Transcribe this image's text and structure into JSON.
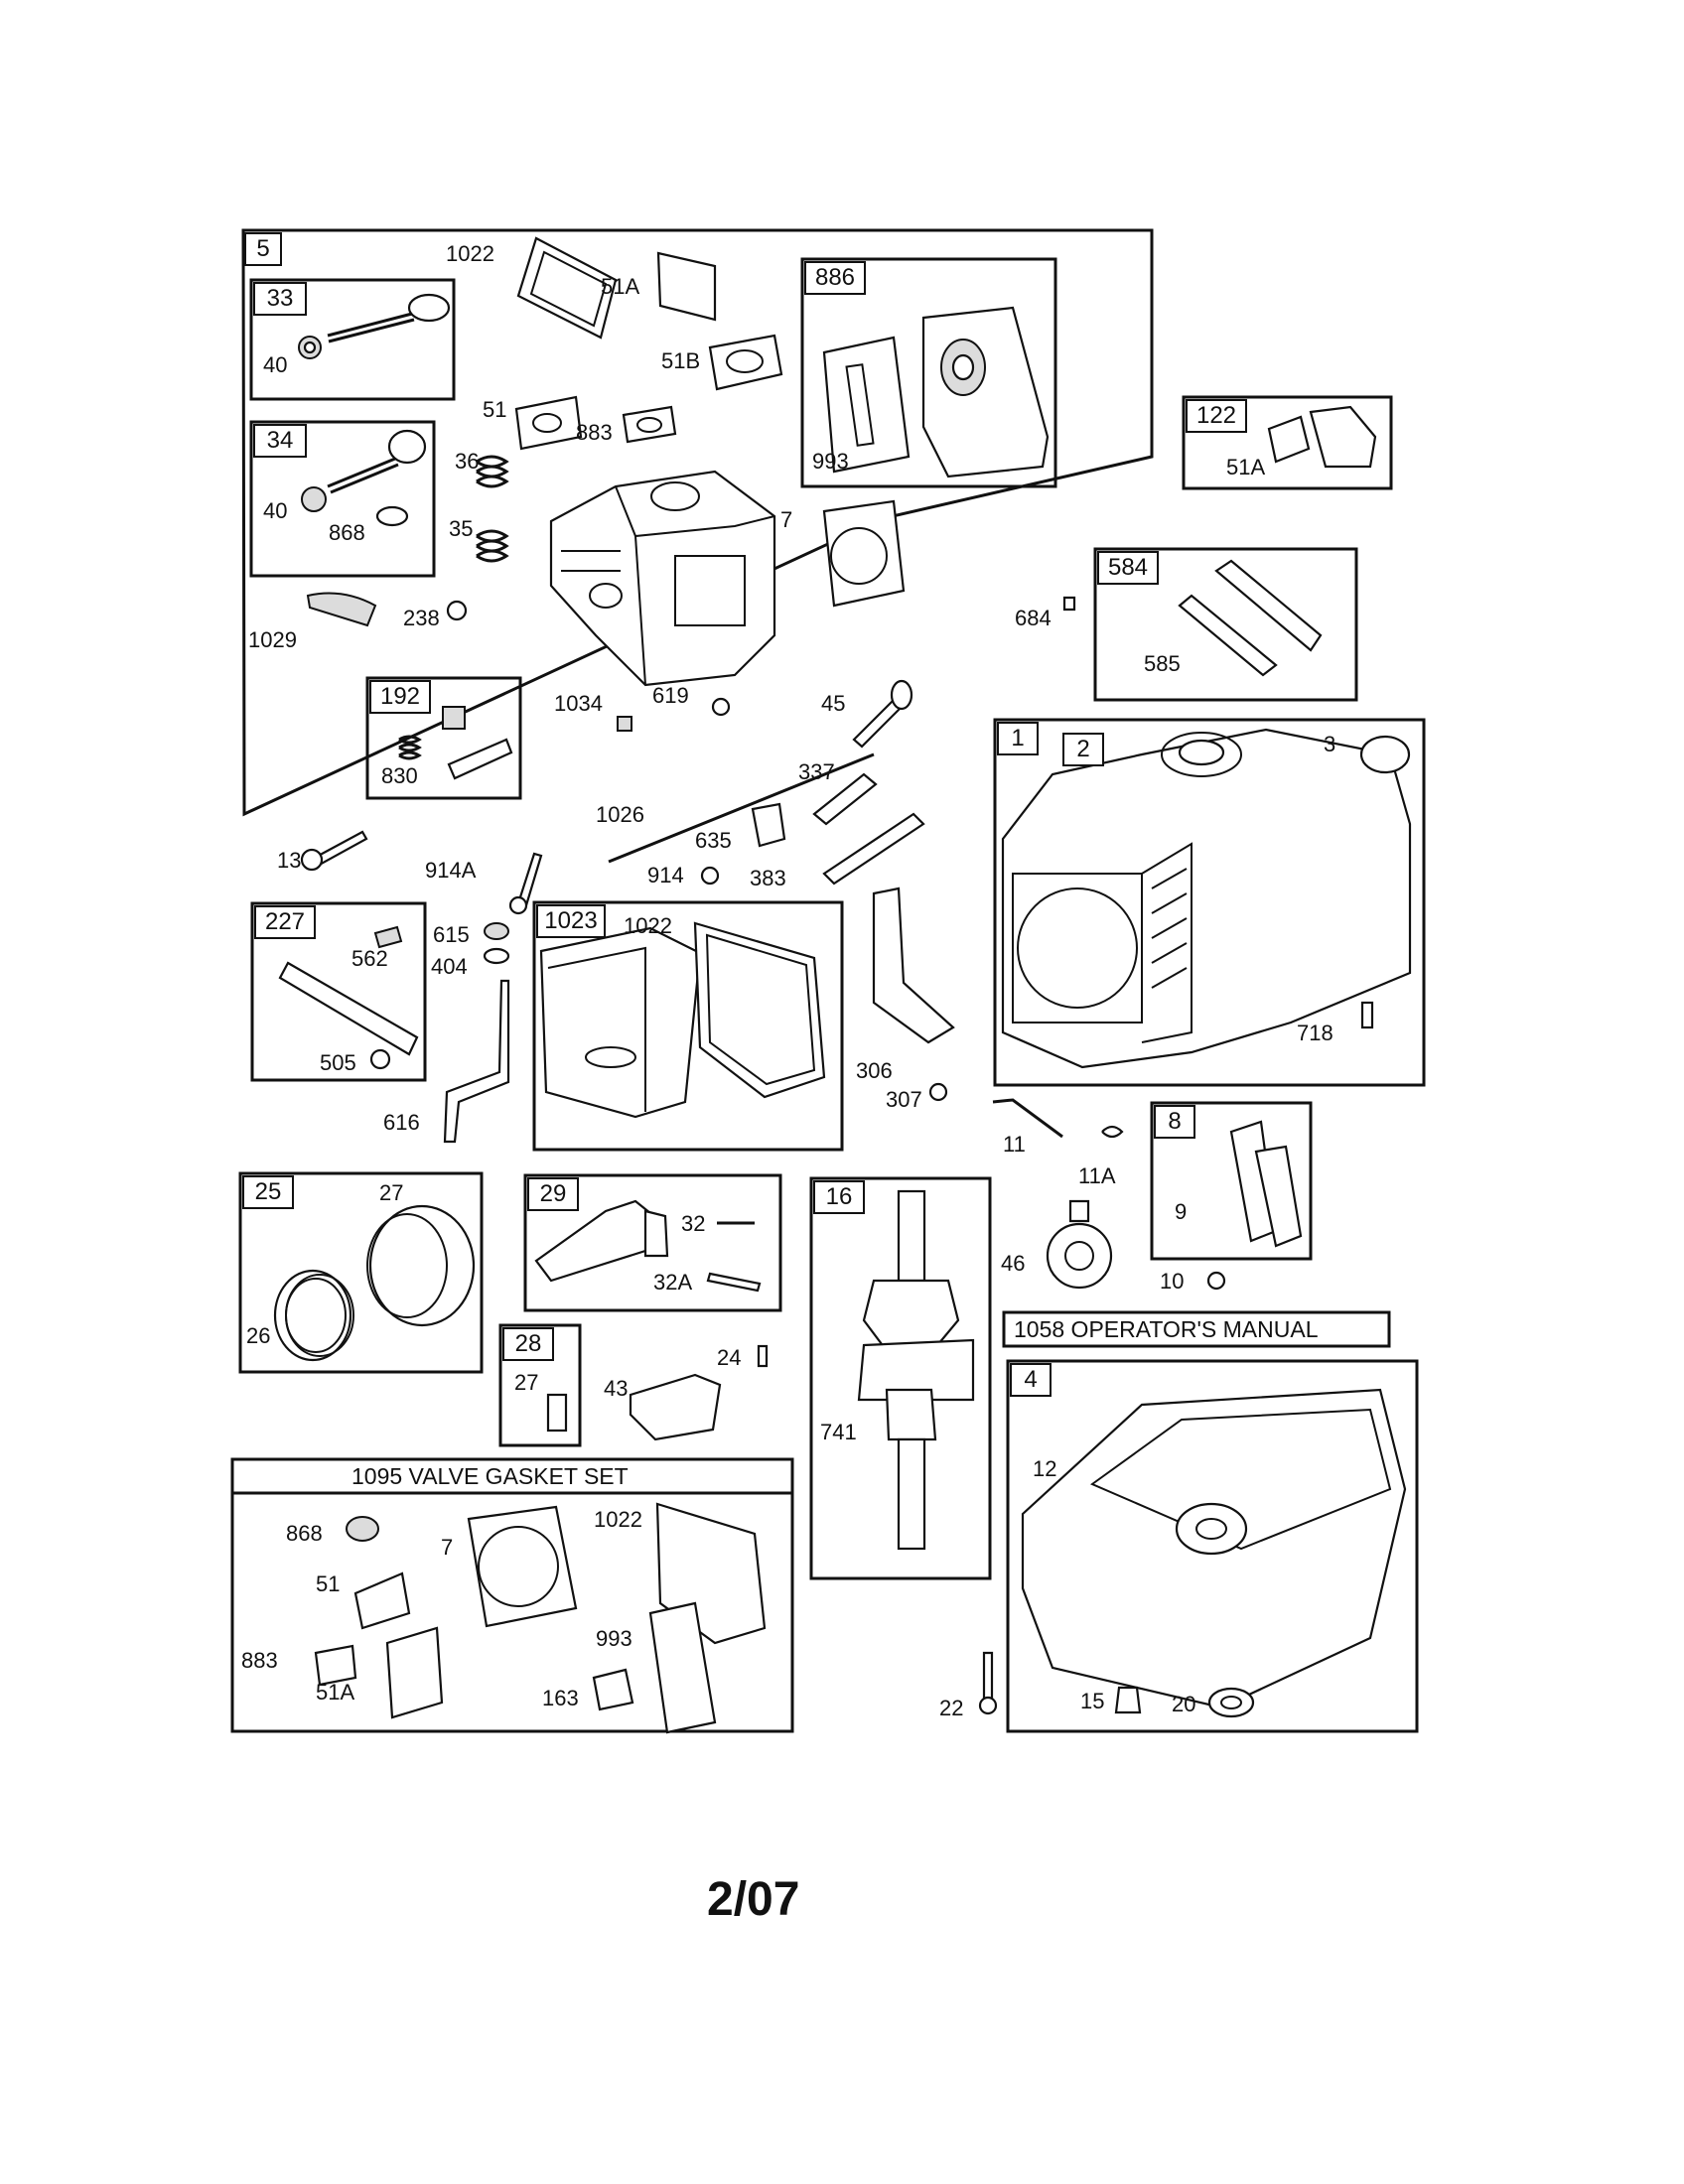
{
  "boxes": [
    {
      "id": "b5",
      "label": "5"
    },
    {
      "id": "b33",
      "label": "33"
    },
    {
      "id": "b34",
      "label": "34"
    },
    {
      "id": "b886",
      "label": "886"
    },
    {
      "id": "b192",
      "label": "192"
    },
    {
      "id": "b122",
      "label": "122"
    },
    {
      "id": "b584",
      "label": "584"
    },
    {
      "id": "b1",
      "label": "1"
    },
    {
      "id": "b2",
      "label": "2"
    },
    {
      "id": "b227",
      "label": "227"
    },
    {
      "id": "b1023",
      "label": "1023"
    },
    {
      "id": "b8",
      "label": "8"
    },
    {
      "id": "b25",
      "label": "25"
    },
    {
      "id": "b29",
      "label": "29"
    },
    {
      "id": "b16",
      "label": "16"
    },
    {
      "id": "b28",
      "label": "28"
    },
    {
      "id": "b4",
      "label": "4"
    }
  ],
  "banners": {
    "operators_manual": "1058 OPERATOR'S MANUAL",
    "valve_gasket_set": "1095 VALVE GASKET SET"
  },
  "part_labels": [
    "1022",
    "51A",
    "51B",
    "40",
    "51",
    "883",
    "36",
    "35",
    "868",
    "40",
    "1029",
    "238",
    "830",
    "1034",
    "619",
    "993",
    "7",
    "51A",
    "684",
    "585",
    "45",
    "337",
    "3",
    "1026",
    "635",
    "914",
    "383",
    "13",
    "914A",
    "562",
    "615",
    "404",
    "505",
    "616",
    "1022",
    "306",
    "307",
    "718",
    "11",
    "11A",
    "9",
    "10",
    "46",
    "27",
    "26",
    "32",
    "32A",
    "24",
    "27",
    "43",
    "741",
    "12",
    "868",
    "51",
    "7",
    "1022",
    "993",
    "883",
    "51A",
    "163",
    "22",
    "15",
    "20"
  ],
  "footer": {
    "page_number": "2/07"
  }
}
